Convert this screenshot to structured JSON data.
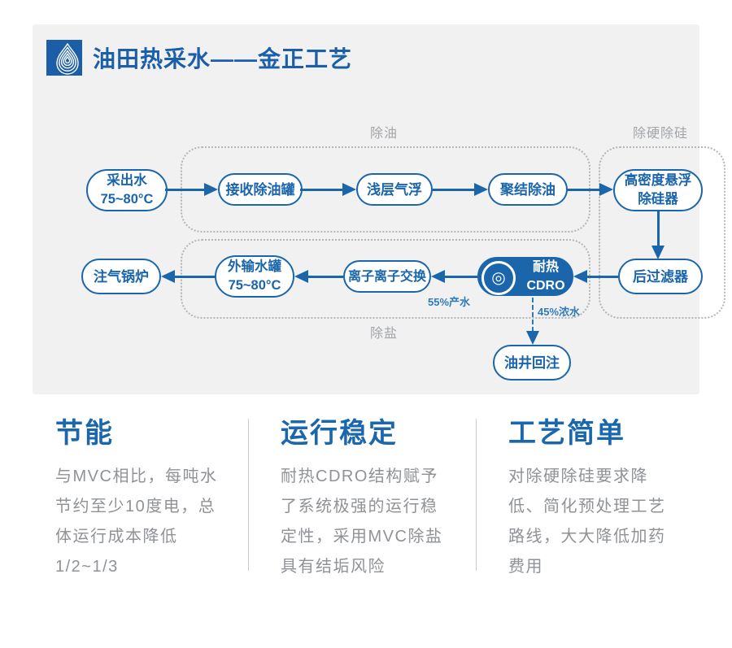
{
  "header": {
    "title": "油田热采水——金正工艺",
    "logo": "water-drop-logo"
  },
  "diagram": {
    "section_labels": {
      "oil_removal": "除油",
      "hardness_silicon_removal": "除硬除硅",
      "desalination": "除盐"
    },
    "nodes": {
      "source": {
        "label": "采出水\n75~80°C"
      },
      "receiving_tank": {
        "label": "接收除油罐"
      },
      "shallow_flotation": {
        "label": "浅层气浮"
      },
      "coalescing": {
        "label": "聚结除油"
      },
      "high_density": {
        "label": "高密度悬浮\n除硅器"
      },
      "post_filter": {
        "label": "后过滤器"
      },
      "cdro": {
        "label": "耐热CDRO",
        "icon_glyph": "◎",
        "icon_name": "concentric-circles-icon"
      },
      "ion_exchange": {
        "label": "离子离子交换"
      },
      "export_tank": {
        "label": "外输水罐\n75~80°C"
      },
      "gas_boiler": {
        "label": "注气锅炉"
      },
      "well_reinjection": {
        "label": "油井回注"
      }
    },
    "flow_labels": {
      "product_water": "55%产水",
      "concentrate": "45%浓水"
    }
  },
  "features": [
    {
      "title": "节能",
      "body": "与MVC相比，每吨水\n节约至少10度电，总\n体运行成本降低\n1/2~1/3"
    },
    {
      "title": "运行稳定",
      "body": "耐热CDRO结构赋予\n了系统极强的运行稳\n定性，采用MVC除盐\n具有结垢风险"
    },
    {
      "title": "工艺简单",
      "body": "对除硬除硅要求降\n低、简化预处理工艺\n路线，大大降低加药\n费用"
    }
  ],
  "colors": {
    "primary_blue": "#1b66ab",
    "panel_background": "#f1f1f2",
    "body_gray": "#8f9296",
    "label_gray": "#a2a5a9",
    "divider_gray": "#cccccc"
  }
}
